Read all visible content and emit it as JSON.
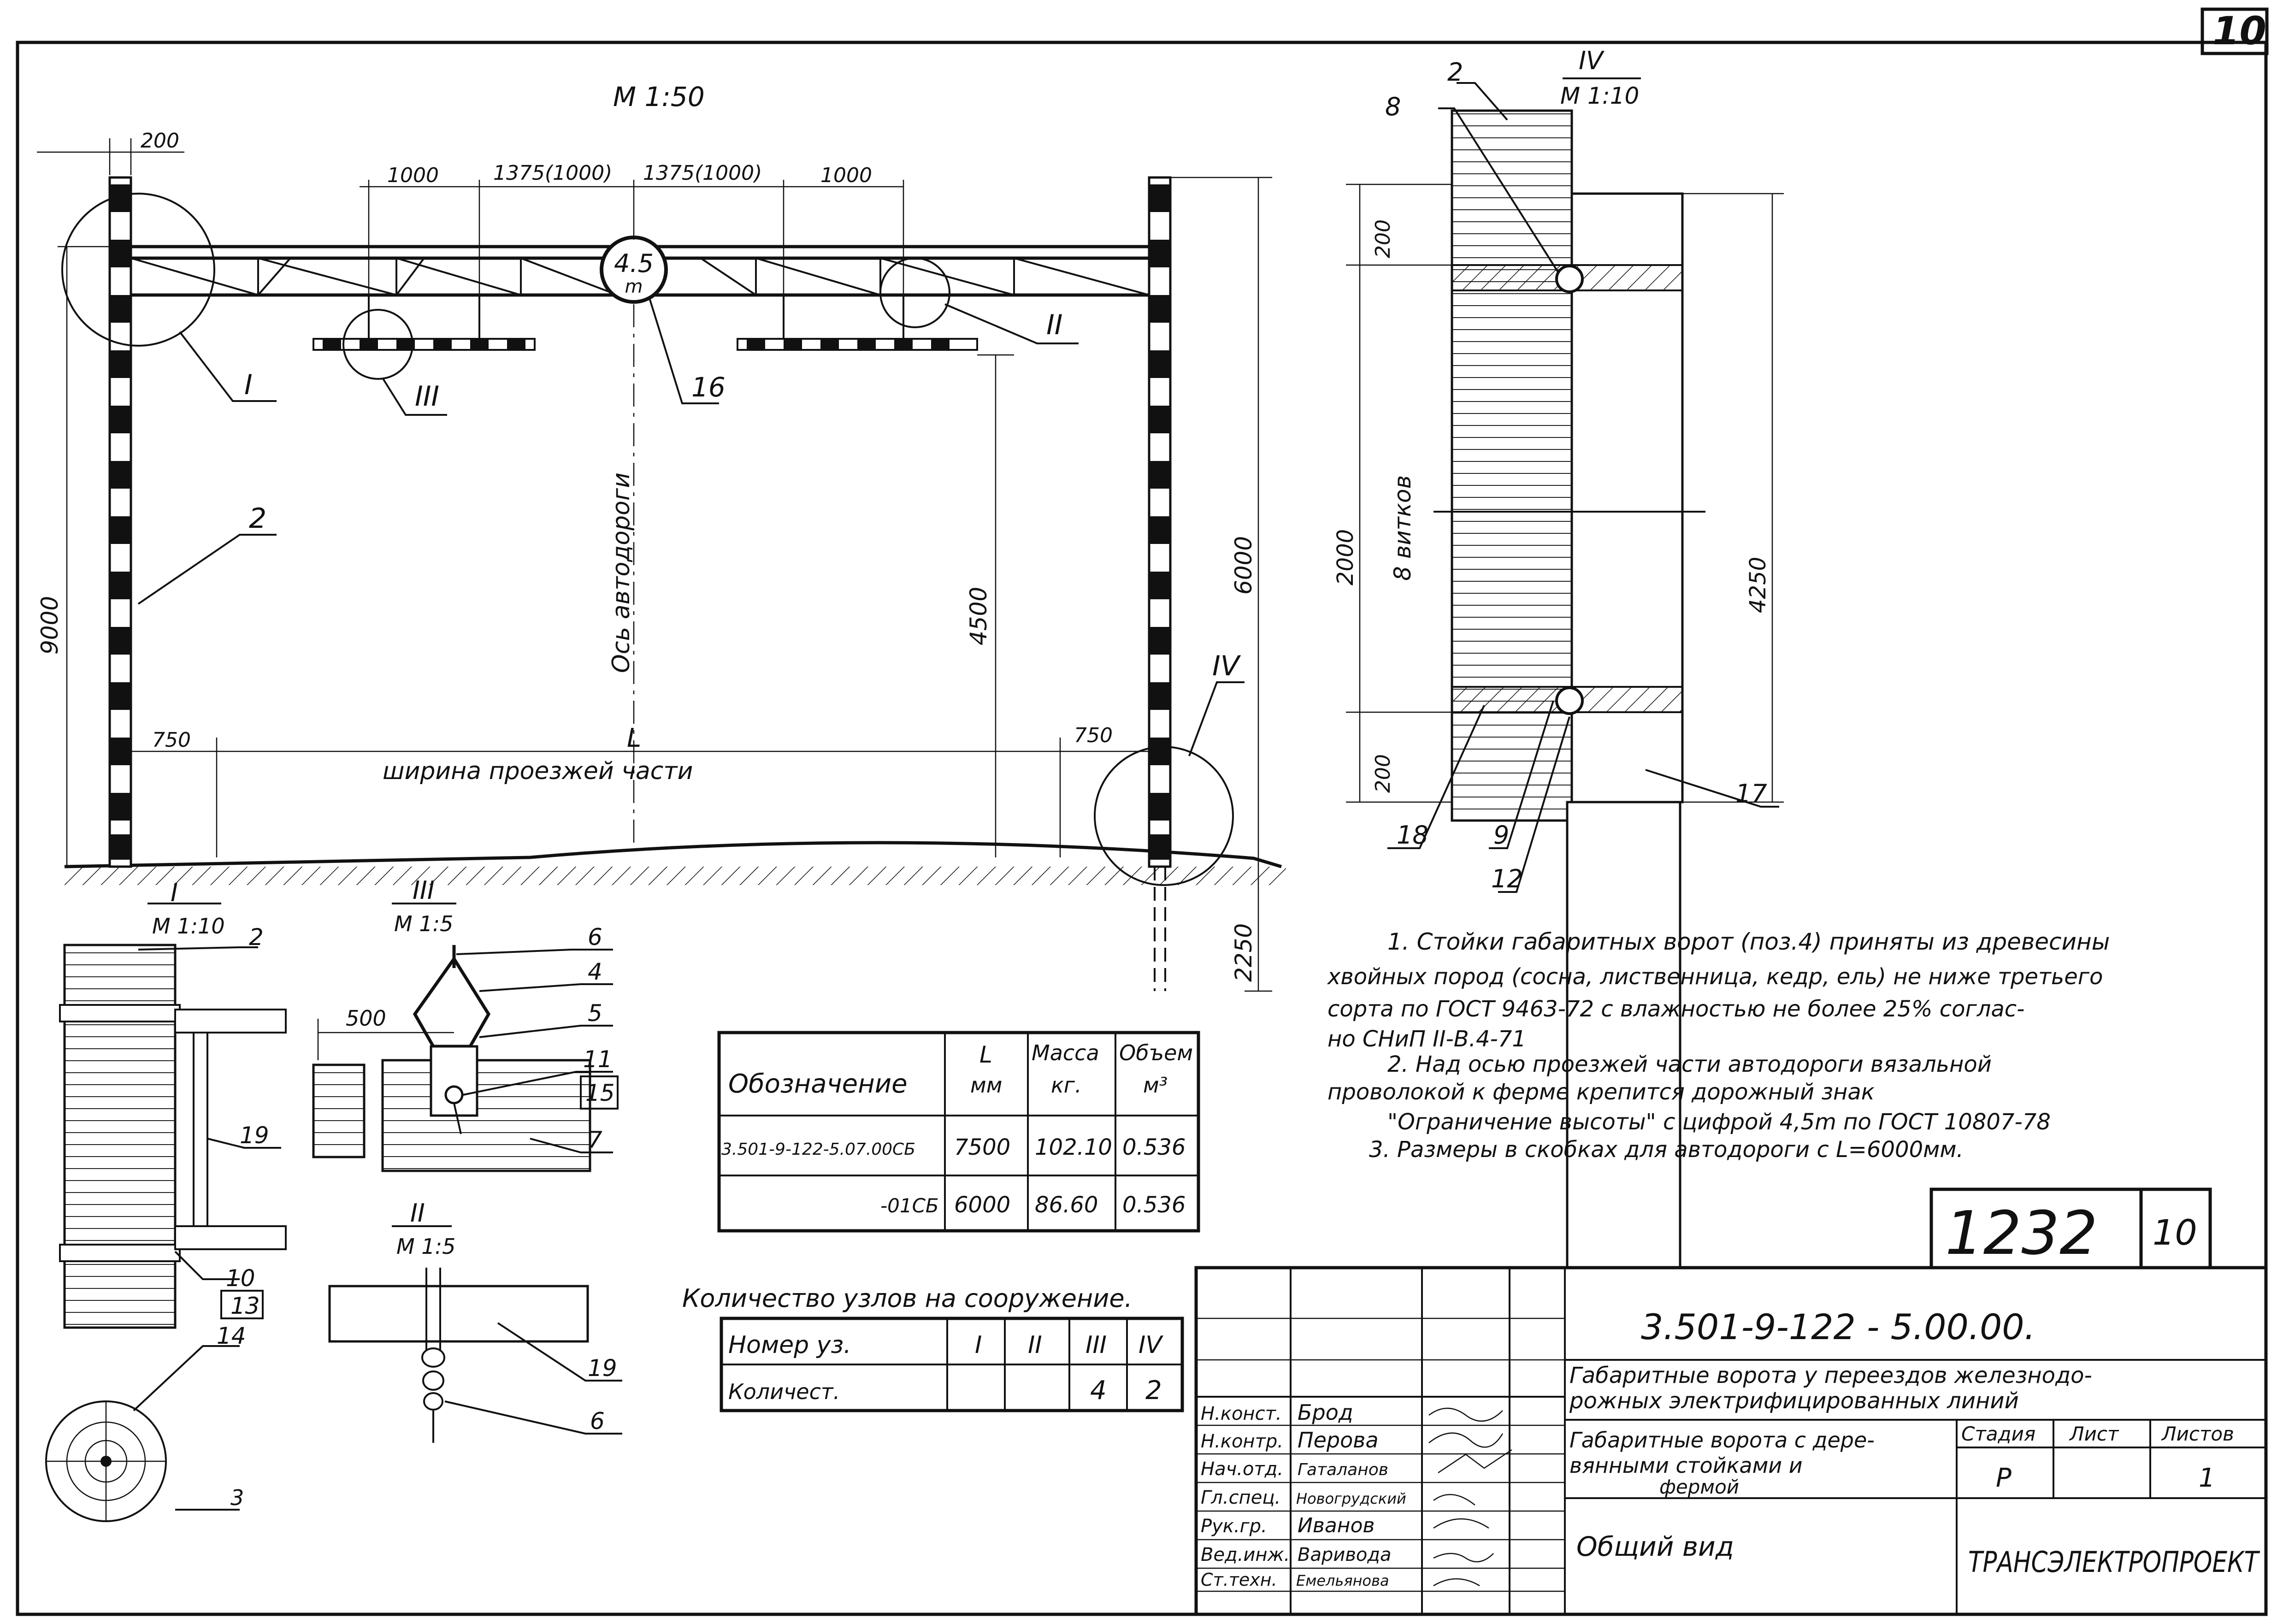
{
  "sheet_number": "10",
  "main_view": {
    "scale": "М 1:50",
    "dims": {
      "d200": "200",
      "d1000a": "1000",
      "d1375a": "1375(1000)",
      "d1375b": "1375(1000)",
      "d1000b": "1000",
      "d9000": "9000",
      "d750a": "750",
      "d750b": "750",
      "dL": "L",
      "d4500": "4500",
      "d6000": "6000",
      "d2250": "2250"
    },
    "axis_label": "Ось автодороги",
    "carriageway_label": "ширина проезжей части",
    "sign_text_top": "4.5",
    "sign_text_bottom": "m",
    "callouts": {
      "c1": "I",
      "c2": "II",
      "c3": "III",
      "c4": "IV",
      "pos2": "2",
      "pos16": "16"
    }
  },
  "view_iv": {
    "title": "IV",
    "scale": "М 1:10",
    "dims": {
      "d200a": "200",
      "d2000": "2000",
      "d200b": "200",
      "d4250": "4250",
      "turns": "8 витков"
    },
    "pos": {
      "p2": "2",
      "p8": "8",
      "p17": "17",
      "p18": "18",
      "p9": "9",
      "p12": "12"
    }
  },
  "view_i": {
    "title": "I",
    "scale": "М 1:10",
    "pos": {
      "p2": "2",
      "p19": "19",
      "p10": "10",
      "p13": "13",
      "p14": "14",
      "p3": "3"
    }
  },
  "view_iii": {
    "title": "III",
    "scale": "М 1:5",
    "dim500": "500",
    "pos": {
      "p6": "6",
      "p4": "4",
      "p5": "5",
      "p11": "11",
      "p15": "15",
      "p7": "7"
    }
  },
  "view_ii": {
    "title": "II",
    "scale": "М 1:5",
    "pos": {
      "p19": "19",
      "p6": "6"
    }
  },
  "notes": {
    "n1a": "1. Стойки габаритных ворот (поз.4) приняты из древесины",
    "n1b": "хвойных пород (сосна, лиственница, кедр, ель) не ниже третьего",
    "n1c": "сорта по ГОСТ 9463-72 с влажностью не более 25% соглас-",
    "n1d": "но СНиП II-В.4-71",
    "n2a": "2. Над осью проезжей части автодороги вязальной",
    "n2b": "проволокой к ферме крепится дорожный знак",
    "n2c": "\"Ограничение высоты\" с цифрой 4,5m по ГОСТ 10807-78",
    "n3": "3. Размеры в скобках для автодороги с L=6000мм."
  },
  "spec_table": {
    "h_designation": "Обозначение",
    "h_len_a": "L",
    "h_len_b": "мм",
    "h_mass_a": "Масса",
    "h_mass_b": "кг.",
    "h_vol_a": "Объем",
    "h_vol_b": "м³",
    "rows": [
      {
        "designation": "3.501-9-122-5.07.00СБ",
        "length": "7500",
        "mass": "102.10",
        "volume": "0.536"
      },
      {
        "designation": "-01СБ",
        "length": "6000",
        "mass": "86.60",
        "volume": "0.536"
      }
    ]
  },
  "nodes_table": {
    "title": "Количество узлов на сооружение.",
    "row1_label": "Номер уз.",
    "row2_label": "Количест.",
    "cols": [
      "I",
      "II",
      "III",
      "IV"
    ],
    "counts": [
      "",
      "",
      "4",
      "2"
    ]
  },
  "archive_box": {
    "number": "1232",
    "sheet": "10"
  },
  "title_block": {
    "doc_code": "3.501-9-122 - 5.00.00.",
    "project_name_1": "Габаритные ворота у переездов железнодо-",
    "project_name_2": "рожных электрифицированных линий",
    "sheet_title_1": "Габаритные ворота с дере-",
    "sheet_title_2": "вянными стойками и",
    "sheet_title_3": "фермой",
    "view_name": "Общий вид",
    "h_stage": "Стадия",
    "h_sheet": "Лист",
    "h_sheets": "Листов",
    "stage": "Р",
    "sheet": "",
    "sheets": "1",
    "org": "ТРАНСЭЛЕКТРОПРОЕКТ",
    "staff": [
      {
        "role": "Н.конст.",
        "name": "Брод"
      },
      {
        "role": "Н.контр.",
        "name": "Перова"
      },
      {
        "role": "Нач.отд.",
        "name": "Гаталанов"
      },
      {
        "role": "Гл.спец.",
        "name": "Новогрудский"
      },
      {
        "role": "Рук.гр.",
        "name": "Иванов"
      },
      {
        "role": "Вед.инж.",
        "name": "Варивода"
      },
      {
        "role": "Ст.техн.",
        "name": "Емельянова"
      }
    ]
  }
}
